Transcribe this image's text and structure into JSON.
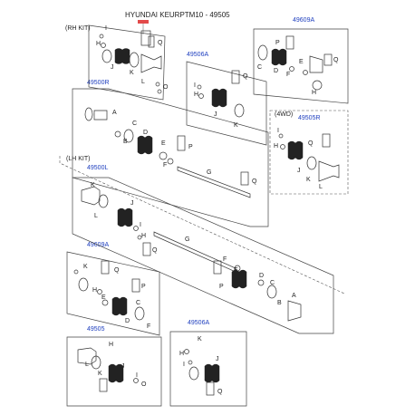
{
  "title": {
    "prefix": "HYUNDAI KEURPTM10 - 49505",
    "highlight_color": "#e24a4a"
  },
  "colors": {
    "ref_link": "#1f3fbf",
    "line": "#333333"
  },
  "sections": {
    "rh_kit": "(RH KIT)",
    "lh_kit": "(LH KIT)",
    "wd": "(4WD)"
  },
  "refs": {
    "r49609A_top": "49609A",
    "r49506A_top": "49506A",
    "r49500R": "49500R",
    "r49505R": "49505R",
    "r49500L": "49500L",
    "r49609A_mid": "49609A",
    "r49505_bot": "49505",
    "r49506A_bot": "49506A"
  },
  "labels": {
    "rh_I": "I",
    "rh_H": "H",
    "rh_Q": "Q",
    "rh_J": "J",
    "rh_K": "K",
    "rh_L": "L",
    "rh_O": "O",
    "a_P": "P",
    "a_Q": "Q",
    "a_C": "C",
    "a_D": "D",
    "a_F": "F",
    "a_E": "E",
    "a_H": "H",
    "b_I": "I",
    "b_H": "H",
    "b_Q": "Q",
    "b_J": "J",
    "b_K": "K",
    "c_A": "A",
    "c_C": "C",
    "c_D": "D",
    "c_B": "B",
    "c_E": "E",
    "c_F": "F",
    "c_P": "P",
    "c_G": "G",
    "c_Q": "Q",
    "w_I": "I",
    "w_H": "H",
    "w_Q": "Q",
    "w_J": "J",
    "w_K": "K",
    "w_L": "L",
    "l_K": "K",
    "l_L": "L",
    "l_J": "J",
    "l_I": "I",
    "l_H": "H",
    "l_G": "G",
    "l_P": "P",
    "l_Q": "Q",
    "l_E": "E",
    "l_F": "F",
    "l_D": "D",
    "l_C": "C",
    "l_B": "B",
    "l_A": "A",
    "m_K": "K",
    "m_Q": "Q",
    "m_P": "P",
    "m_H": "H",
    "m_E": "E",
    "m_C": "C",
    "m_D": "D",
    "m_F": "F",
    "n_H": "H",
    "n_L": "L",
    "n_K": "K",
    "n_J": "J",
    "n_I": "I",
    "n_O": "O",
    "o_K": "K",
    "o_H": "H",
    "o_I": "I",
    "o_J": "J",
    "o_Q": "Q"
  }
}
